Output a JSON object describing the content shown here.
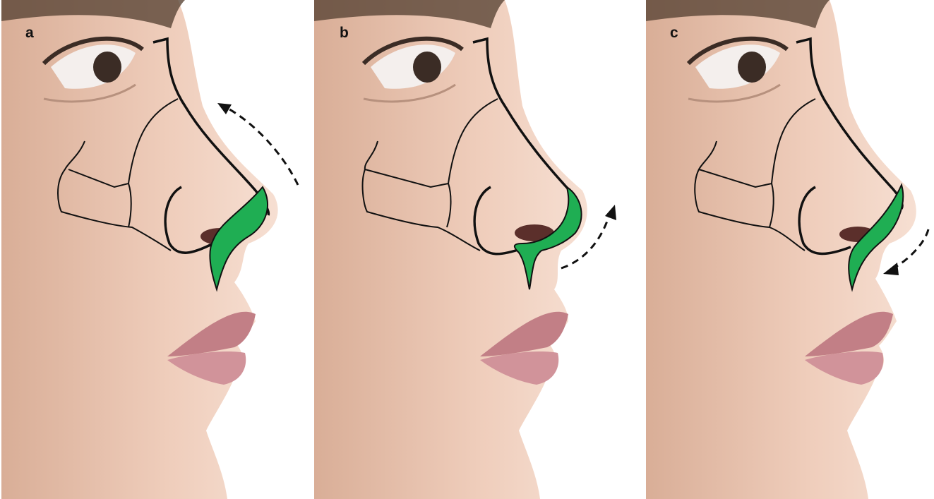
{
  "figure": {
    "panels": [
      {
        "label": "a",
        "arrow_direction": "up-and-back"
      },
      {
        "label": "b",
        "arrow_direction": "up-and-forward"
      },
      {
        "label": "c",
        "arrow_direction": "down-and-back"
      }
    ],
    "colors": {
      "background": "#ffffff",
      "skin_light": "#f3d9cb",
      "skin_mid": "#e9c3ae",
      "skin_shadow": "#c99d87",
      "hair": "#5a4536",
      "lip": "#c27f86",
      "graft_fill": "#1fae53",
      "outline": "#111111"
    }
  }
}
